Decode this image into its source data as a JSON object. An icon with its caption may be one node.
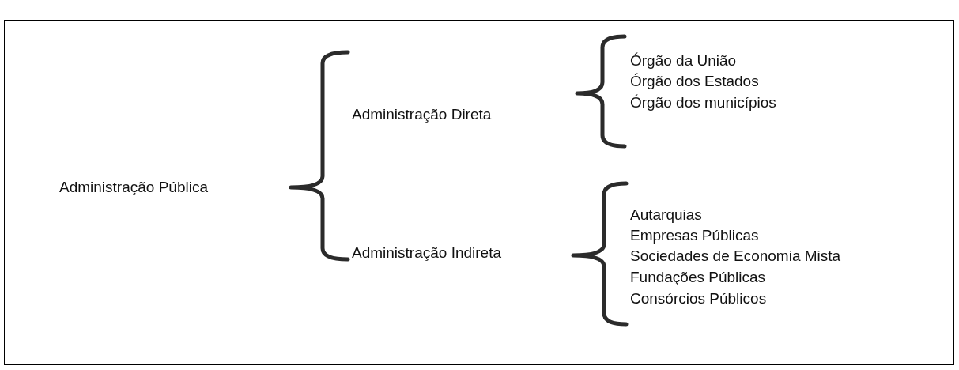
{
  "diagram": {
    "labels": [
      "Órgão da União",
      "Órgão dos Estados",
      "Órgão dos municípios",
      "Administração Direta",
      "Administração Pública",
      "Autarquias",
      "Administração Indireta",
      "Empresas Públicas",
      "Sociedades de Economia Mista",
      "Fundações Públicas",
      "Consórcios Públicos"
    ]
  }
}
